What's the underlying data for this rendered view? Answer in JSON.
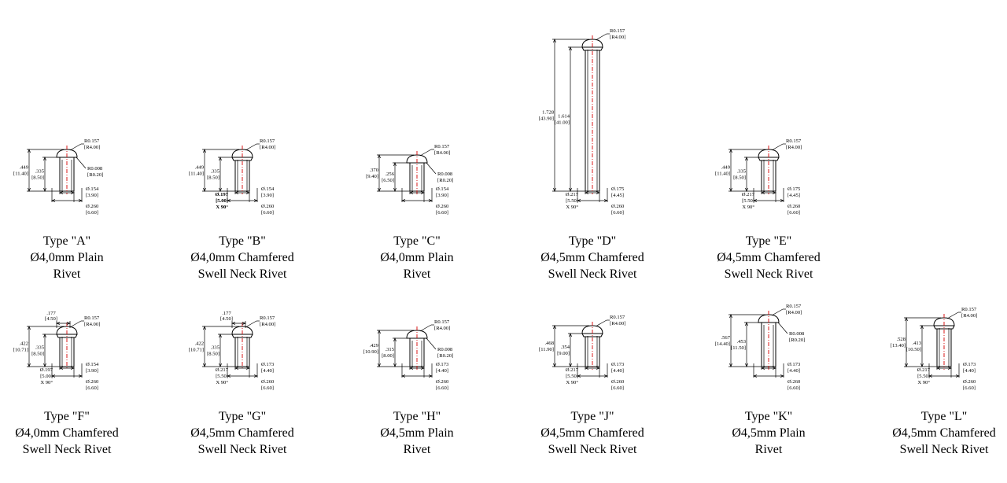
{
  "rivets": [
    {
      "id": "A",
      "caption": [
        "Type \"A\"",
        "Ø4,0mm Plain",
        "Rivet"
      ],
      "total": [
        ".449",
        "[11.40]"
      ],
      "shank": [
        ".335",
        "[8.50]"
      ],
      "head_r": [
        "R0.157",
        "[R4.00]"
      ],
      "edge_r": [
        "R0.008",
        "[R0.20]"
      ],
      "shank_d": [
        "Ø.154",
        "[3.90]"
      ],
      "head_d": [
        "Ø.260",
        "[6.60]"
      ],
      "neck_d": null,
      "head_h": null,
      "chamfer": false,
      "right_d": "Ø"
    },
    {
      "id": "B",
      "caption": [
        "Type \"B\"",
        "Ø4,0mm Chamfered",
        "Swell Neck Rivet"
      ],
      "total": [
        ".449",
        "[11.40]"
      ],
      "shank": [
        ".335",
        "[8.50]"
      ],
      "head_r": [
        "R0.157",
        "[R4.00]"
      ],
      "edge_r": null,
      "shank_d": [
        "Ø.154",
        "[3.90]"
      ],
      "head_d": [
        "Ø.260",
        "[6.60]"
      ],
      "neck_d": [
        "Ø.197",
        "[5.00]",
        "X 90°"
      ],
      "neck_bold": true,
      "head_h": null,
      "chamfer": true
    },
    {
      "id": "C",
      "caption": [
        "Type \"C\"",
        "Ø4,0mm Plain",
        "Rivet"
      ],
      "total": [
        ".370",
        "[9.40]"
      ],
      "shank": [
        ".256",
        "[6.50]"
      ],
      "head_r": [
        "R0.157",
        "[R4.00]"
      ],
      "edge_r": [
        "R0.008",
        "[R0.20]"
      ],
      "shank_d": [
        "Ø.154",
        "[3.90]"
      ],
      "head_d": [
        "Ø.260",
        "[6.60]"
      ],
      "neck_d": null,
      "head_h": null,
      "chamfer": false
    },
    {
      "id": "D",
      "caption": [
        "Type \"D\"",
        "Ø4,5mm Chamfered",
        "Swell Neck Rivet"
      ],
      "total": [
        "1.728",
        "[43.90]"
      ],
      "shank": [
        "1.614",
        "[41.00]"
      ],
      "head_r": [
        "R0.157",
        "[R4.00]"
      ],
      "edge_r": null,
      "shank_d": [
        "Ø.175",
        "[4.45]"
      ],
      "head_d": [
        "Ø.260",
        "[6.60]"
      ],
      "neck_d": [
        "Ø.217",
        "[5.50]",
        "X 90°"
      ],
      "head_h": null,
      "chamfer": true
    },
    {
      "id": "E",
      "caption": [
        "Type \"E\"",
        "Ø4,5mm Chamfered",
        "Swell Neck Rivet"
      ],
      "total": [
        ".449",
        "[11.40]"
      ],
      "shank": [
        ".335",
        "[8.50]"
      ],
      "head_r": [
        "R0.157",
        "[R4.00]"
      ],
      "edge_r": null,
      "shank_d": [
        "Ø.175",
        "[4.45]"
      ],
      "head_d": [
        "Ø.260",
        "[6.60]"
      ],
      "neck_d": [
        "Ø.217",
        "[5.50]",
        "X 90°"
      ],
      "head_h": null,
      "chamfer": true
    },
    {
      "id": "F",
      "caption": [
        "Type \"F\"",
        "Ø4,0mm Chamfered",
        "Swell Neck Rivet"
      ],
      "total": [
        ".422",
        "[10.71]"
      ],
      "shank": [
        ".335",
        "[8.50]"
      ],
      "head_r": [
        "R0.157",
        "[R4.00]"
      ],
      "edge_r": null,
      "shank_d": [
        "Ø.154",
        "[3.90]"
      ],
      "head_d": [
        "Ø.260",
        "[6.60]"
      ],
      "neck_d": [
        "Ø.197",
        "[5.00]",
        "X 90°"
      ],
      "head_h": [
        ".177",
        "[4.50]"
      ],
      "chamfer": true
    },
    {
      "id": "G",
      "caption": [
        "Type \"G\"",
        "Ø4,5mm Chamfered",
        "Swell Neck Rivet"
      ],
      "total": [
        ".422",
        "[10.71]"
      ],
      "shank": [
        ".335",
        "[8.50]"
      ],
      "head_r": [
        "R0.157",
        "[R4.00]"
      ],
      "edge_r": null,
      "shank_d": [
        "Ø.173",
        "[4.40]"
      ],
      "head_d": [
        "Ø.260",
        "[6.60]"
      ],
      "neck_d": [
        "Ø.217",
        "[5.50]",
        "X 90°"
      ],
      "head_h": [
        ".177",
        "[4.50]"
      ],
      "chamfer": true
    },
    {
      "id": "H",
      "caption": [
        "Type \"H\"",
        "Ø4,5mm Plain",
        "Rivet"
      ],
      "total": [
        ".429",
        "[10.90]"
      ],
      "shank": [
        ".315",
        "[8.00]"
      ],
      "head_r": [
        "R0.157",
        "[R4.00]"
      ],
      "edge_r": [
        "R0.008",
        "[R0.20]"
      ],
      "shank_d": [
        "Ø.173",
        "[4.40]"
      ],
      "head_d": [
        "Ø.260",
        "[6.60]"
      ],
      "neck_d": null,
      "head_h": null,
      "chamfer": false
    },
    {
      "id": "J",
      "caption": [
        "Type \"J\"",
        "Ø4,5mm Chamfered",
        "Swell Neck Rivet"
      ],
      "total": [
        ".468",
        "[11.90]"
      ],
      "shank": [
        ".354",
        "[9.00]"
      ],
      "head_r": [
        "R0.157",
        "[R4.00]"
      ],
      "edge_r": null,
      "shank_d": [
        "Ø.173",
        "[4.40]"
      ],
      "head_d": [
        "Ø.260",
        "[6.60]"
      ],
      "neck_d": [
        "Ø.217",
        "[5.50]",
        "X 90°"
      ],
      "head_h": null,
      "chamfer": true
    },
    {
      "id": "K",
      "caption": [
        "Type \"K\"",
        "Ø4,5mm Plain",
        "Rivet"
      ],
      "total": [
        ".567",
        "[14.40]"
      ],
      "shank": [
        ".453",
        "[11.50]"
      ],
      "head_r": [
        "R0.157",
        "[R4.00]"
      ],
      "edge_r": [
        "R0.008",
        "[R0.20]"
      ],
      "shank_d": [
        "Ø.173",
        "[4.40]"
      ],
      "head_d": [
        "Ø.260",
        "[6.60]"
      ],
      "neck_d": null,
      "head_h": null,
      "chamfer": false
    },
    {
      "id": "L",
      "caption": [
        "Type \"L\"",
        "Ø4,5mm Chamfered",
        "Swell Neck Rivet"
      ],
      "total": [
        ".528",
        "[13.40]"
      ],
      "shank": [
        ".413",
        "[10.50]"
      ],
      "head_r": [
        "R0.157",
        "[R4.00]"
      ],
      "edge_r": null,
      "shank_d": [
        "Ø.173",
        "[4.40]"
      ],
      "head_d": [
        "Ø.260",
        "[6.60]"
      ],
      "neck_d": [
        "Ø.217",
        "[5.50]",
        "X 90°"
      ],
      "head_h": null,
      "chamfer": true
    }
  ]
}
